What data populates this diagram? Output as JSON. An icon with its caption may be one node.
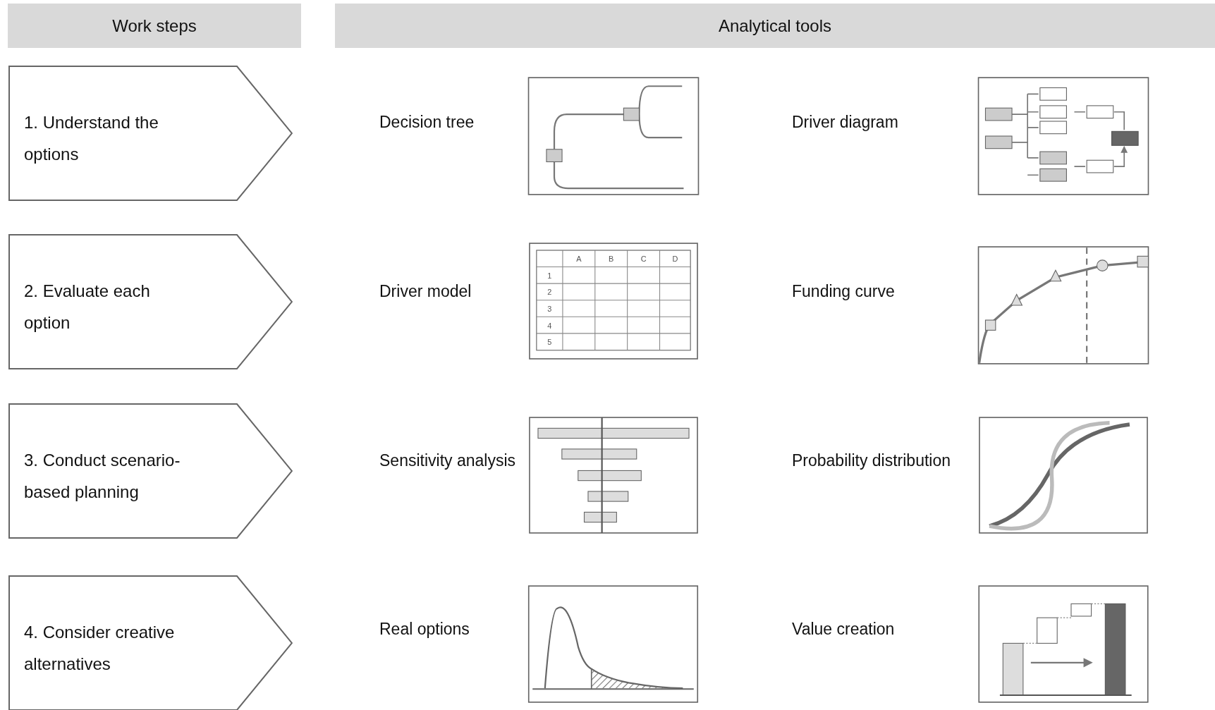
{
  "diagram": {
    "nodes": [
      {
        "text": [
          "Work steps"
        ]
      },
      {
        "text": [
          "Analytical tools"
        ]
      },
      {
        "text": [
          "1. Understand the options"
        ]
      },
      {
        "text": [
          "2. Evaluate each option"
        ]
      },
      {
        "text": [
          "3. Conduct scenario-based planning"
        ]
      },
      {
        "text": [
          "4. Consider creative alternatives"
        ]
      }
    ],
    "labels": [
      "Decision tree",
      "Driver diagram",
      "Driver model",
      "A",
      "B",
      "C",
      "D",
      "1",
      "2",
      "3",
      "4",
      "5",
      "Funding curve",
      "Sensitivity analysis",
      "Probability distribution",
      "Real options",
      "Value creation"
    ]
  }
}
